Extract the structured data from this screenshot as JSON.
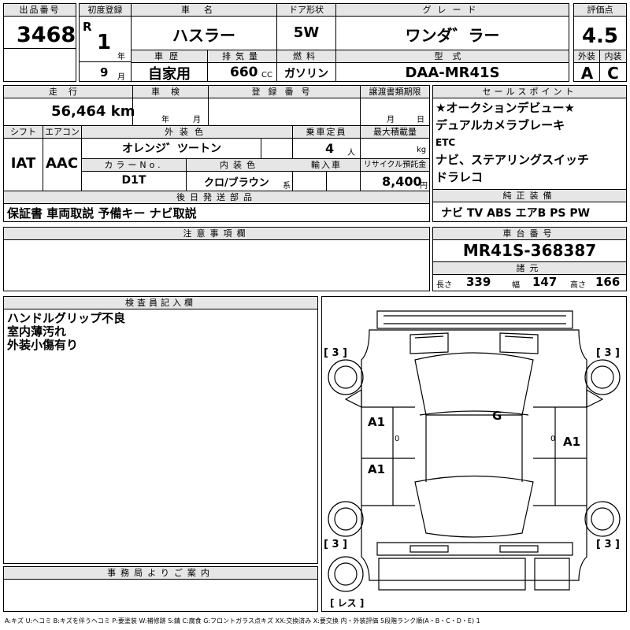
{
  "header": {
    "lot_label": "出品番号",
    "lot_no": "3468",
    "reg_label": "初度登録",
    "era": "R",
    "reg_year": "1",
    "year_unit": "年",
    "reg_month": "9",
    "month_unit": "月",
    "name_label": "車名",
    "car_name": "ハスラー",
    "door_label": "ドア形状",
    "door": "5W",
    "grade_label": "グレード",
    "grade": "ワンダ゛ラー",
    "score_label": "評価点",
    "score": "4.5",
    "hist_label": "車歴",
    "history": "自家用",
    "disp_label": "排気量",
    "displacement": "660",
    "cc_unit": "CC",
    "fuel_label": "燃料",
    "fuel": "ガソリン",
    "model_label": "型式",
    "model": "DAA-MR41S",
    "ext_label": "外装",
    "ext_grade": "A",
    "int_label": "内装",
    "int_grade": "C"
  },
  "details": {
    "mileage_label": "走行",
    "mileage": "56,464 km",
    "inspection_label": "車検",
    "insp_year_unit": "年",
    "insp_month_unit": "月",
    "regno_label": "登録番号",
    "transfer_label": "譲渡書類期限",
    "tr_month_unit": "月",
    "tr_day_unit": "日",
    "shift_label": "シフト",
    "shift": "IAT",
    "ac_label": "エアコン",
    "ac": "AAC",
    "color_label": "外装色",
    "color": "オレンジ゛ツートン",
    "colorno_label": "カラーNo.",
    "color_no": "D1T",
    "intcolor_label": "内装色",
    "int_color": "クロ/ブラウン",
    "int_suffix": "系",
    "seats_label": "乗車定員",
    "seats": "4",
    "seats_unit": "人",
    "load_label": "最大積載量",
    "load_unit": "kg",
    "import_label": "輸入車",
    "recycle_label": "リサイクル預託金",
    "recycle": "8,400",
    "recycle_unit": "円",
    "later_label": "後日発送部品",
    "later_items": "保証書 車両取説 予備キー ナビ取説"
  },
  "sales_points": {
    "label": "セールスポイント",
    "items": [
      "★オークションデビュー★",
      "デュアルカメラブレーキ",
      "ETC",
      "ナビ、ステアリングスイッチ",
      "ドラレコ"
    ]
  },
  "equipment": {
    "label": "純正装備",
    "value": "ナビ TV ABS エアB PS PW"
  },
  "notes": {
    "label": "注意事項欄"
  },
  "chassis": {
    "label": "車台番号",
    "value": "MR41S-368387",
    "spec_label": "諸元",
    "len_label": "長さ",
    "length": "339",
    "wid_label": "幅",
    "width": "147",
    "hgt_label": "高さ",
    "height": "166"
  },
  "inspector": {
    "label": "検査員記入欄",
    "lines": [
      "ハンドルグリップ不良",
      "室内薄汚れ",
      "外装小傷有り"
    ]
  },
  "office": {
    "label": "事務局よりご案内"
  },
  "diagram": {
    "tire_fl": "[ 3 ]",
    "tire_fr": "[ 3 ]",
    "tire_rl": "[ 3 ]",
    "tire_rr": "[ 3 ]",
    "spare": "[ レス ]",
    "mark_g": "G",
    "mark_a1_left_front": "A1",
    "mark_a1_right": "A1",
    "mark_a1_left_rear": "A1",
    "mark_0": "0"
  },
  "legend": "A:キズ U:ヘコミ B:キズを伴うヘコミ P:要塗装 W:補修跡 S:錆 C:腐食 G:フロントガラス点キズ XX:交換済み X:要交換 内・外装評価 5段階ランク順(A・B・C・D・E) 1"
}
